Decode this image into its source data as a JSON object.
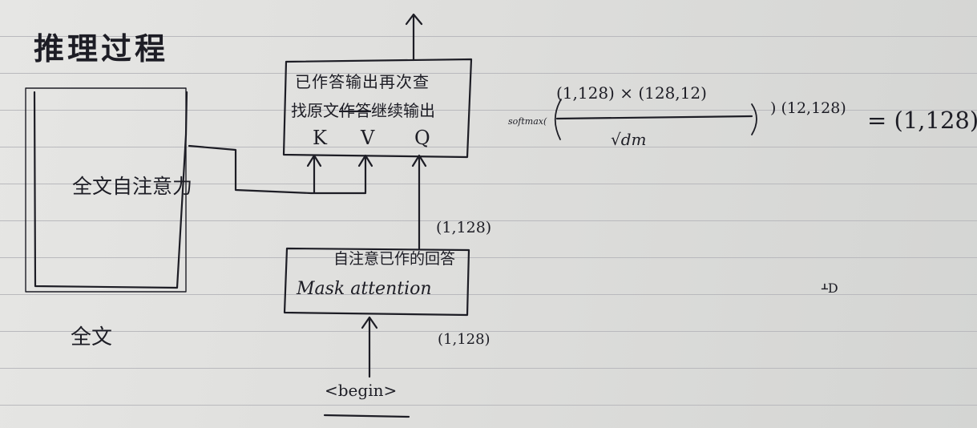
{
  "title": "推理过程",
  "context": {
    "inner_label": "全文自注意力",
    "outer_label": "全文"
  },
  "decoder_block": {
    "line1": "已作答输出再次查",
    "line2_a": "找原文",
    "line2_struck": "作答",
    "line2_b": "继续输出",
    "k_label": "K",
    "v_label": "V",
    "q_label": "Q"
  },
  "mask_block": {
    "line1": "自注意已作的回答",
    "line2": "Mask attention",
    "out_dim": "(1,128)",
    "in_dim": "(1,128)"
  },
  "input": {
    "token": "<begin>"
  },
  "formula": {
    "softmax": "softmax(",
    "numerator": "(1,128) × (128,12)",
    "denominator": "√dm",
    "close_mul": ") (12,128)",
    "result": "= (1,128)"
  },
  "misc_mark": "ᚆD"
}
